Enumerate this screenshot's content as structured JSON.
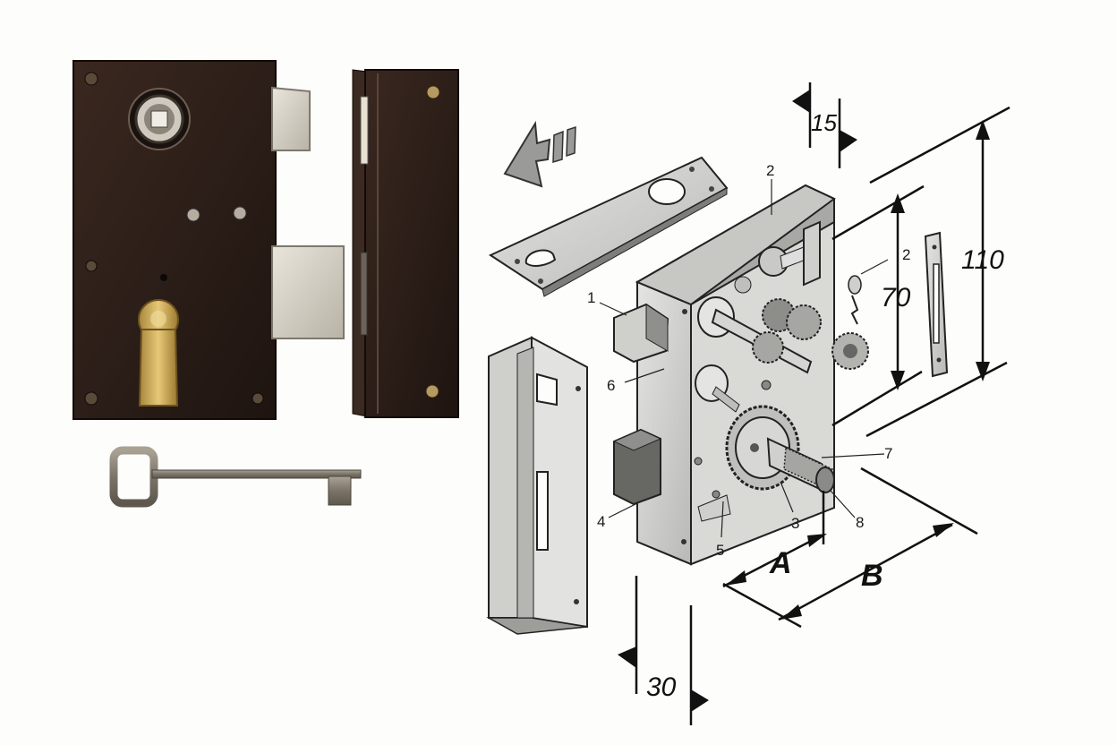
{
  "callouts": {
    "c1": "1",
    "c2_top": "2",
    "c2_side": "2",
    "c3": "3",
    "c4": "4",
    "c5": "5",
    "c6": "6",
    "c7": "7",
    "c8": "8"
  },
  "dimensions": {
    "d15": "15",
    "d30": "30",
    "d70": "70",
    "d110": "110",
    "label_a": "A",
    "label_b": "B"
  },
  "colors": {
    "lock_body": "#2b1c16",
    "brass": "#c9a14a",
    "steel_light": "#d3d3d1",
    "steel_dark": "#8a8a88",
    "line": "#111111"
  },
  "icons": [
    "direction-arrow-icon",
    "lock-key-icon"
  ]
}
